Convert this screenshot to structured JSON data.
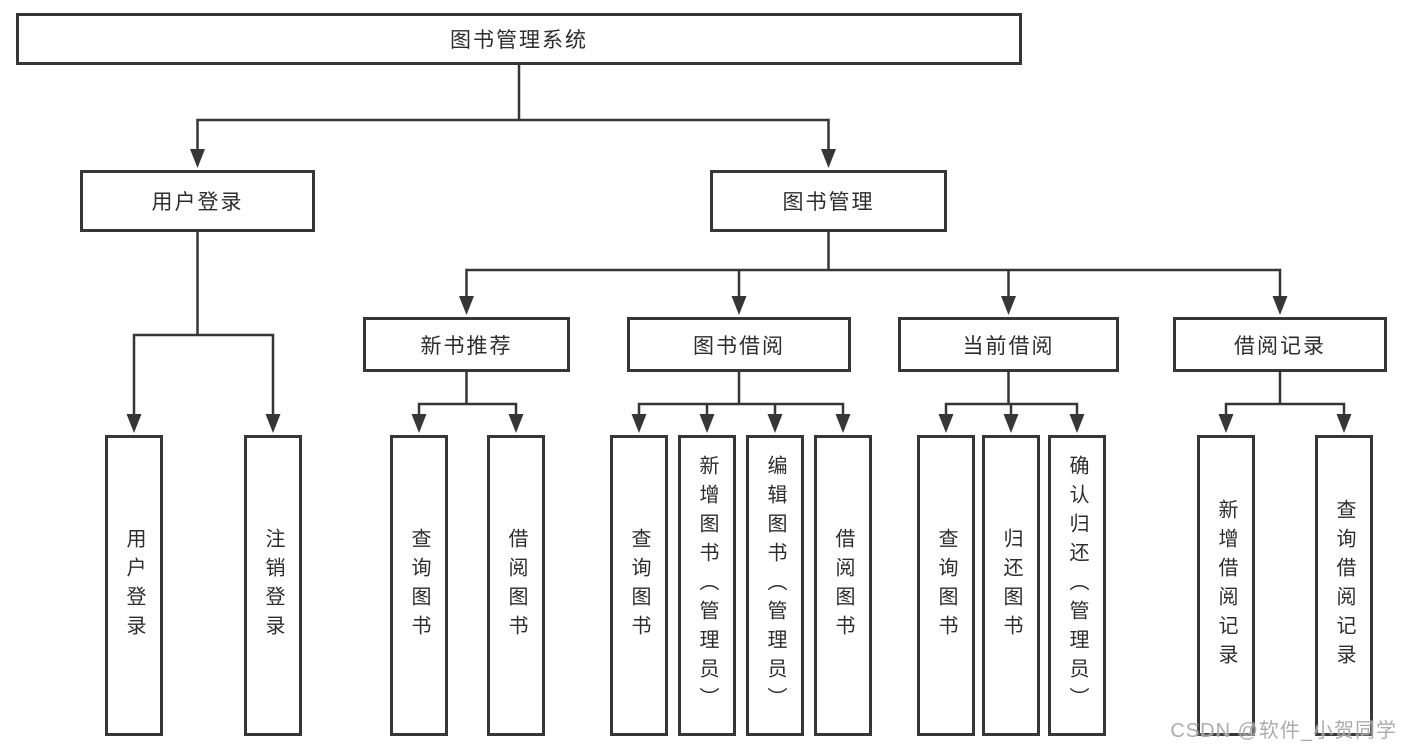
{
  "nodes": {
    "root": "图书管理系统",
    "user_login": "用户登录",
    "book_management": "图书管理",
    "new_book_recommend": "新书推荐",
    "book_borrowing": "图书借阅",
    "current_borrowing": "当前借阅",
    "borrowing_records": "借阅记录"
  },
  "leaves": {
    "user_login": [
      "用户登录",
      "注销登录"
    ],
    "new_book_recommend": [
      "查询图书",
      "借阅图书"
    ],
    "book_borrowing": [
      "查询图书",
      "新增图书（管理员）",
      "编辑图书（管理员）",
      "借阅图书"
    ],
    "current_borrowing": [
      "查询图书",
      "归还图书",
      "确认归还（管理员）"
    ],
    "borrowing_records": [
      "新增借阅记录",
      "查询借阅记录"
    ]
  },
  "watermark": "CSDN @软件_小贺同学",
  "colors": {
    "line": "#363636",
    "text": "#2d2d2d",
    "background": "#ffffff",
    "watermark": "#9e9e9e"
  }
}
